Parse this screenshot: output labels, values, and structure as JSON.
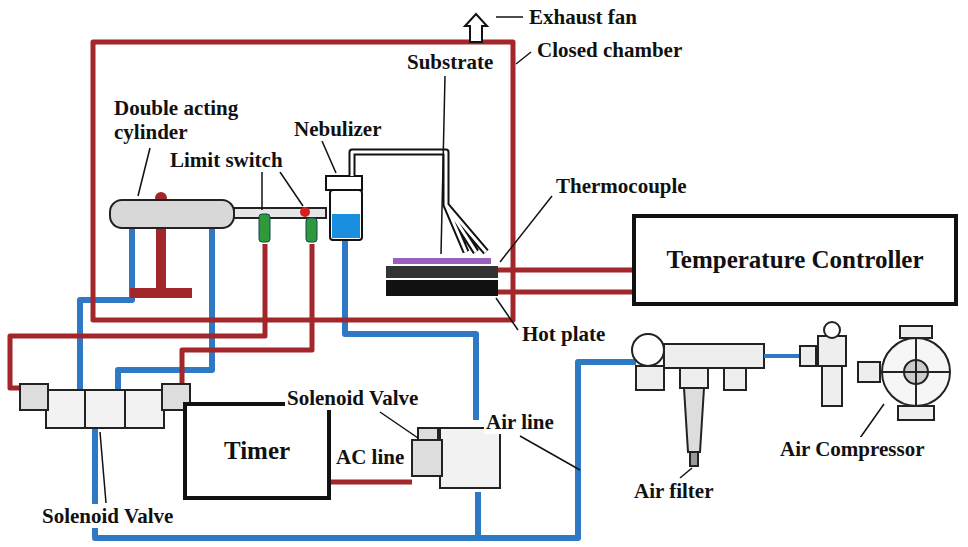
{
  "diagram": {
    "nodes": [
      {
        "text": [
          "Timer"
        ]
      },
      {
        "text": [
          "Temperature Controller"
        ]
      }
    ],
    "labels": [
      "Exhaust fan",
      "Closed chamber",
      "Double acting cylinder",
      "Limit switch",
      "Nebulizer",
      "Substrate",
      "Thermocouple",
      "Hot plate",
      "Solenoid Valve",
      "AC line",
      "Air line",
      "Air filter",
      "Solenoid Valve",
      "Air Compressor"
    ]
  }
}
